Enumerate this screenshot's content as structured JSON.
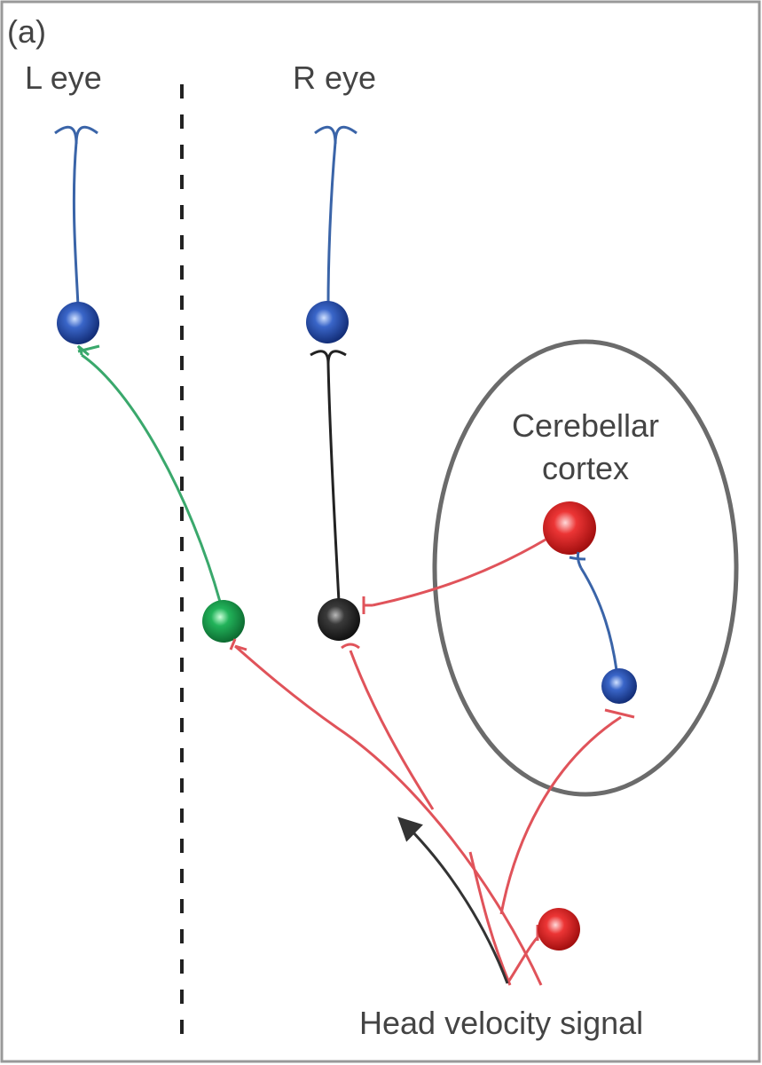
{
  "panel_label": "(a)",
  "labels": {
    "left_eye": "L eye",
    "right_eye": "R eye",
    "cerebellar_line1": "Cerebellar",
    "cerebellar_line2": "cortex",
    "signal": "Head velocity signal"
  },
  "colors": {
    "frame": "#999999",
    "blue_axon": "#3a64a8",
    "green_axon": "#3aa86c",
    "black_axon": "#222222",
    "red_fiber": "#e0535a",
    "cerebellar_outline": "#6b6b6b",
    "arrow": "#333333"
  }
}
